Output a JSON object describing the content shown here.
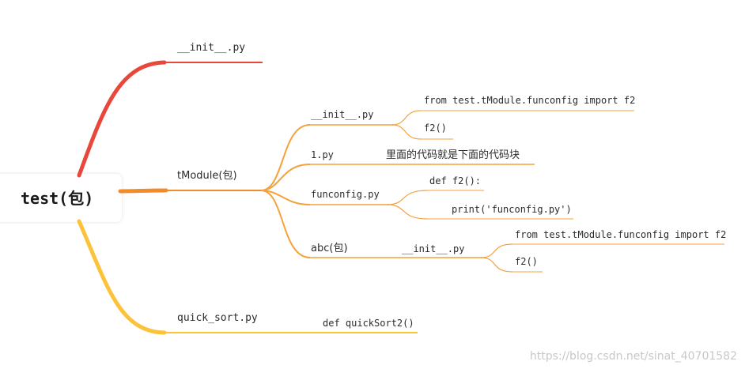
{
  "root": {
    "label": "test(包)"
  },
  "branches": {
    "init": {
      "label": "__init__.py"
    },
    "tmodule": {
      "label": "tModule(包)",
      "children": {
        "init": {
          "label": "__init__.py",
          "lines": [
            "from test.tModule.funconfig import f2",
            "f2()"
          ]
        },
        "one": {
          "label": "1.py",
          "note": "里面的代码就是下面的代码块"
        },
        "funconfig": {
          "label": "funconfig.py",
          "lines": [
            "def f2():",
            "print('funconfig.py')"
          ]
        },
        "abc": {
          "label": "abc(包)",
          "child": {
            "label": "__init__.py",
            "lines": [
              "from test.tModule.funconfig import f2",
              "f2()"
            ]
          }
        }
      }
    },
    "quicksort": {
      "label": "quick_sort.py",
      "child": "def quickSort2()"
    }
  },
  "watermark": "https://blog.csdn.net/sinat_40701582",
  "colors": {
    "branch_top": "#e8473a",
    "branch_mid": "#f28c28",
    "branch_bottom": "#fcc23a",
    "sub": "#f5a13c"
  }
}
